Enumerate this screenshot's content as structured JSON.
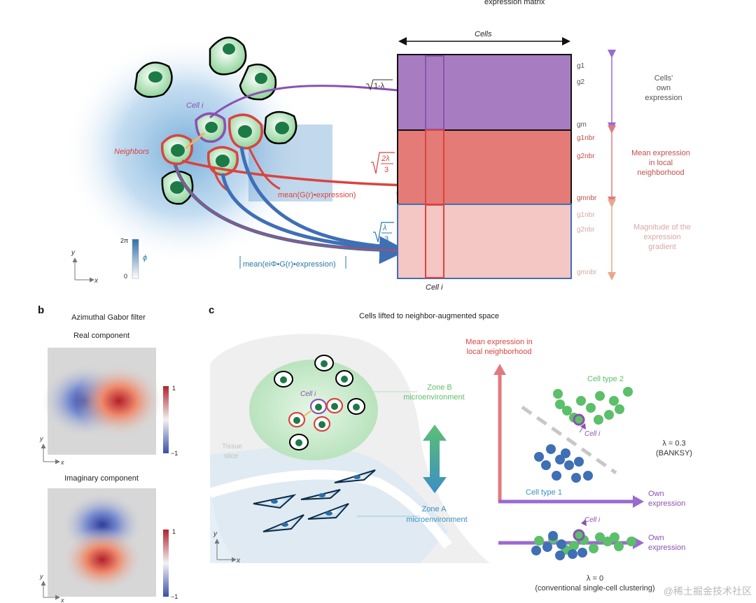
{
  "panel_a": {
    "header": "expression matrix",
    "cells_label": "Cells",
    "cell_i_label": "Cell i",
    "neighbors_label": "Neighbors",
    "coef_own": "√1-λ",
    "coef_own_inner": "1-λ",
    "coef_nbr_num": "2λ",
    "coef_nbr_den": "3",
    "coef_grad_num": "λ",
    "coef_grad_den": "3",
    "mean_expr": "mean(G(r)•expression)",
    "gabor_expr": "mean(eiΦ•G(r)•expression)",
    "phi_top": "2π",
    "phi_bottom": "0",
    "phi_symbol": "ϕ",
    "axis_y": "y",
    "axis_x": "x",
    "row_own": [
      "g1",
      "g2",
      "gm"
    ],
    "row_nbr": [
      "g1nbr",
      "g2nbr",
      "gmnbr"
    ],
    "row_grad": [
      "g1nbr",
      "g2nbr",
      "gmnbr"
    ],
    "label_own": [
      "Cells'",
      "own",
      "expression"
    ],
    "label_nbr": [
      "Mean expression",
      "in local",
      "neighborhood"
    ],
    "label_grad": [
      "Magnitude of the",
      "expression",
      "gradient"
    ],
    "cell_i_bottom": "Cell i"
  },
  "panel_b": {
    "letter": "b",
    "title": "Azimuthal Gabor filter",
    "real_title": "Real component",
    "imag_title": "Imaginary component",
    "cb_top": "1",
    "cb_bottom": "−1",
    "axis_y": "y",
    "axis_x": "x"
  },
  "panel_c": {
    "letter": "c",
    "title": "Cells lifted to neighbor-augmented space",
    "zone_b": [
      "Zone B",
      "microenvironment"
    ],
    "zone_a": [
      "Zone A",
      "microenvironment"
    ],
    "tissue": [
      "Tissue",
      "slice"
    ],
    "cell_i": "Cell i",
    "y_axis_label": [
      "Mean expression in",
      "local neighborhood"
    ],
    "own_expr": [
      "Own",
      "expression"
    ],
    "cell_type_2": "Cell type 2",
    "cell_type_1": "Cell type 1",
    "lambda_banksy": [
      "λ = 0.3",
      "(BANKSY)"
    ],
    "lambda_zero": [
      "λ = 0",
      "(conventional single-cell clustering)"
    ],
    "axis_y": "y",
    "axis_x": "x"
  },
  "watermark": "@稀土掘金技术社区",
  "colors": {
    "own": "#a87cc0",
    "nbr": "#e47b76",
    "grad": "#f4c6c4",
    "purple": "#8a52b0",
    "red": "#d9443f",
    "blue": "#3f6fb5",
    "green": "#5cbf6a",
    "dark_green": "#1c7a46"
  }
}
